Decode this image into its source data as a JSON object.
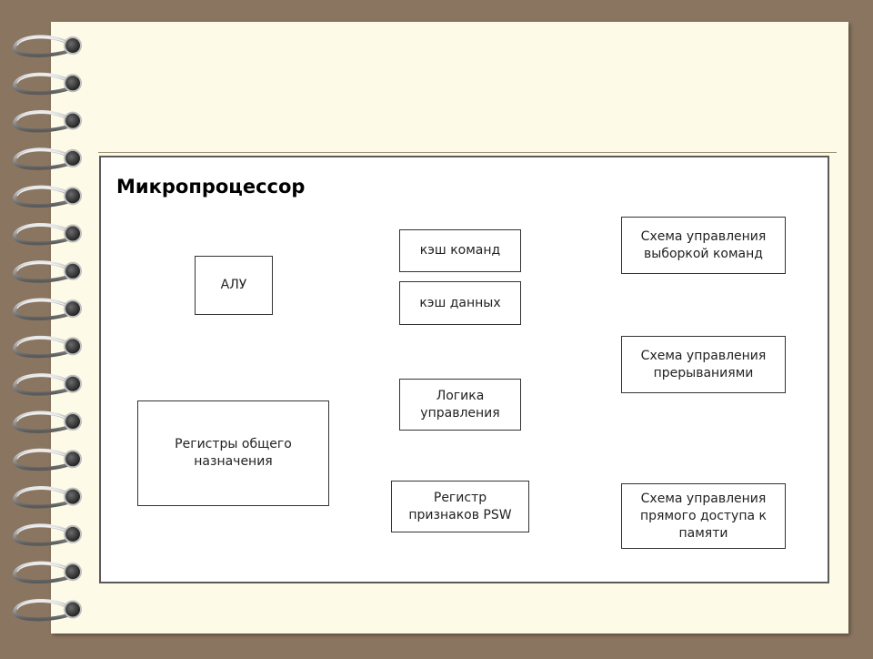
{
  "diagram": {
    "title": "Микропроцессор",
    "blocks": {
      "alu": "АЛУ",
      "gpr": "Регистры общего\nназначения",
      "instruction_cache": "кэш команд",
      "data_cache": "кэш данных",
      "control_logic": "Логика\nуправления",
      "psw_register": "Регистр\nпризнаков PSW",
      "fetch_control": "Схема управления\nвыборкой команд",
      "interrupt_control": "Схема управления\nпрерываниями",
      "dma_control": "Схема управления\nпрямого доступа к\nпамяти"
    }
  },
  "colors": {
    "background": "#8a7560",
    "page": "#fdfbe7",
    "frame_border": "#5a5a5a",
    "block_border": "#333333"
  }
}
